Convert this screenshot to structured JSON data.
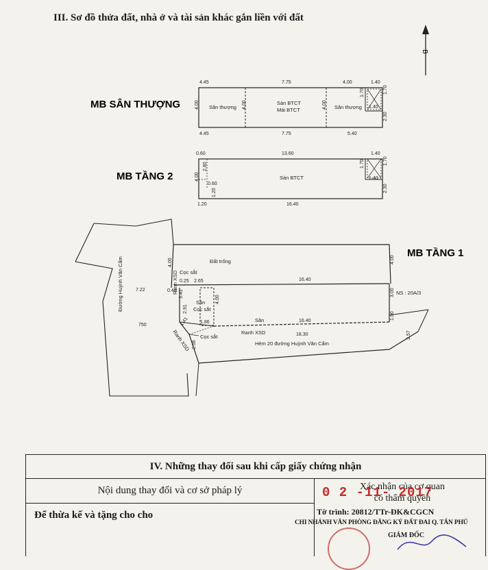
{
  "section3": {
    "title": "III. Sơ đồ thửa đất, nhà ở và tài sản khác gắn liền với đất"
  },
  "north_arrow": {
    "label": "B"
  },
  "rooftop_plan": {
    "label": "MB SÂN THƯỢNG",
    "dims_top": [
      "4.45",
      "7.75",
      "4.00",
      "1.40"
    ],
    "dims_bottom": [
      "4.45",
      "7.75",
      "5.40"
    ],
    "dims_side": [
      "4.00",
      "4.00",
      "4.00"
    ],
    "right_dims": [
      "1.70",
      "2.30",
      "1.40"
    ],
    "stair_dim": "1.70",
    "rooms": [
      "Sân thượng",
      "Sàn BTCT",
      "Mái BTCT",
      "Sân thượng"
    ]
  },
  "floor2_plan": {
    "label": "MB TẦNG 2",
    "dims_top": [
      "0.60",
      "13.60",
      "1.40"
    ],
    "dims_bottom": [
      "1.20",
      "16.40"
    ],
    "dims_left": [
      "4.00",
      "2.80",
      "0.60",
      "1.20"
    ],
    "right_dims": [
      "1.70",
      "2.30",
      "1.40"
    ],
    "stair_dim": "1.70",
    "rooms": [
      "Sàn BTCT"
    ]
  },
  "floor1_plan": {
    "label": "MB TẦNG 1",
    "street_label": "Đường Huỳnh Văn Cẩm",
    "alley_label": "Hẻm 20 đường Huỳnh Văn Cẩm",
    "house_no": "NS : 20A/3",
    "labels": [
      "Đất trống",
      "Cọc sắt",
      "Cọc sắt",
      "Cọc sắt",
      "Sân",
      "Sân",
      "Ranh XSD",
      "Ranh XSD",
      "Ranh XSD"
    ],
    "dims": [
      "4.00",
      "0.25",
      "2.65",
      "16.40",
      "0.48",
      "7.22",
      "3.41",
      "2.91",
      "4.00",
      "1.86",
      "16.40",
      "18.30",
      "750",
      "1.41",
      "2.56",
      "4.00",
      "3.00",
      "1.00",
      "2.57"
    ]
  },
  "section4": {
    "title": "IV. Những thay đổi sau khi cấp giấy chứng nhận",
    "col1_header": "Nội dung thay đổi và cơ sở pháp lý",
    "col2_header_line1": "Xác nhận của cơ quan",
    "col2_header_line2": "có thẩm quyền",
    "row1_text": "Để thừa kế và tặng cho cho",
    "stamp_date": "0 2 -11- 2017",
    "to_trinh": "Tờ trình: 20812/TTr-ĐK&CGCN",
    "office": "CHI NHÁNH VĂN PHÒNG ĐĂNG KÝ ĐẤT ĐAI Q. TÂN PHÚ",
    "signer_title": "GIÁM ĐỐC"
  }
}
